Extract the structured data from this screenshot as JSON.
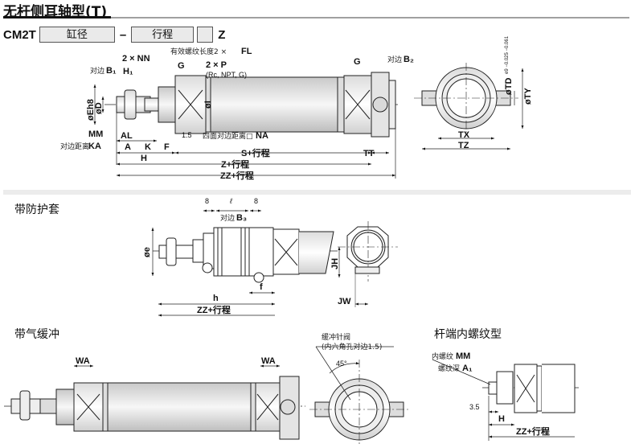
{
  "header": {
    "title": "无杆侧耳轴型(T)",
    "model_prefix": "CM2T",
    "field_bore": "缸径",
    "separator": "–",
    "field_stroke": "行程",
    "field_blank": "",
    "model_suffix": "Z"
  },
  "sections": {
    "main": {
      "labels": {
        "nn": "2 × NN",
        "fl_cn": "有效螺纹长度2 ×",
        "fl": "FL",
        "g1": "G",
        "p": "2 × P",
        "p_types": "(Rc, NPT, G)",
        "b1_cn": "对边",
        "b1": "B₁",
        "h1": "H₁",
        "e": "øEh8",
        "d": "øD",
        "i": "øI",
        "mm": "MM",
        "ka_cn": "对边距离",
        "ka": "KA",
        "al": "AL",
        "a": "A",
        "k": "K",
        "f": "F",
        "h": "H",
        "dim_15": "1.5",
        "na_cn": "四面对边距离□",
        "na": "NA",
        "s_stroke": "S+行程",
        "tt": "TT",
        "z_stroke": "Z+行程",
        "zz_stroke": "ZZ+行程",
        "g2": "G",
        "b2_cn": "对边",
        "b2": "B₂",
        "td": "øTD",
        "td_tol": "e9 −0.025 −0.061",
        "ty": "øTY",
        "tx": "TX",
        "tz": "TZ"
      }
    },
    "boot": {
      "title": "带防护套",
      "labels": {
        "dim8a": "8",
        "l": "ℓ",
        "dim8b": "8",
        "b3_cn": "对边",
        "b3": "B₃",
        "e": "øe",
        "f": "f",
        "h": "h",
        "zz_stroke": "ZZ+行程",
        "jh": "JH",
        "jw": "JW"
      }
    },
    "cushion": {
      "title": "带气缓冲",
      "labels": {
        "wa1": "WA",
        "wa2": "WA",
        "needle_cn": "缓冲针阀",
        "needle_hex": "(内六角孔对边1.5)",
        "angle": "45°"
      }
    },
    "female": {
      "title": "杆端内螺纹型",
      "labels": {
        "mm_cn": "内螺纹",
        "mm": "MM",
        "a1_cn": "螺纹深",
        "a1": "A₁",
        "dim35": "3.5",
        "h": "H",
        "zz_stroke": "ZZ+行程"
      }
    }
  }
}
